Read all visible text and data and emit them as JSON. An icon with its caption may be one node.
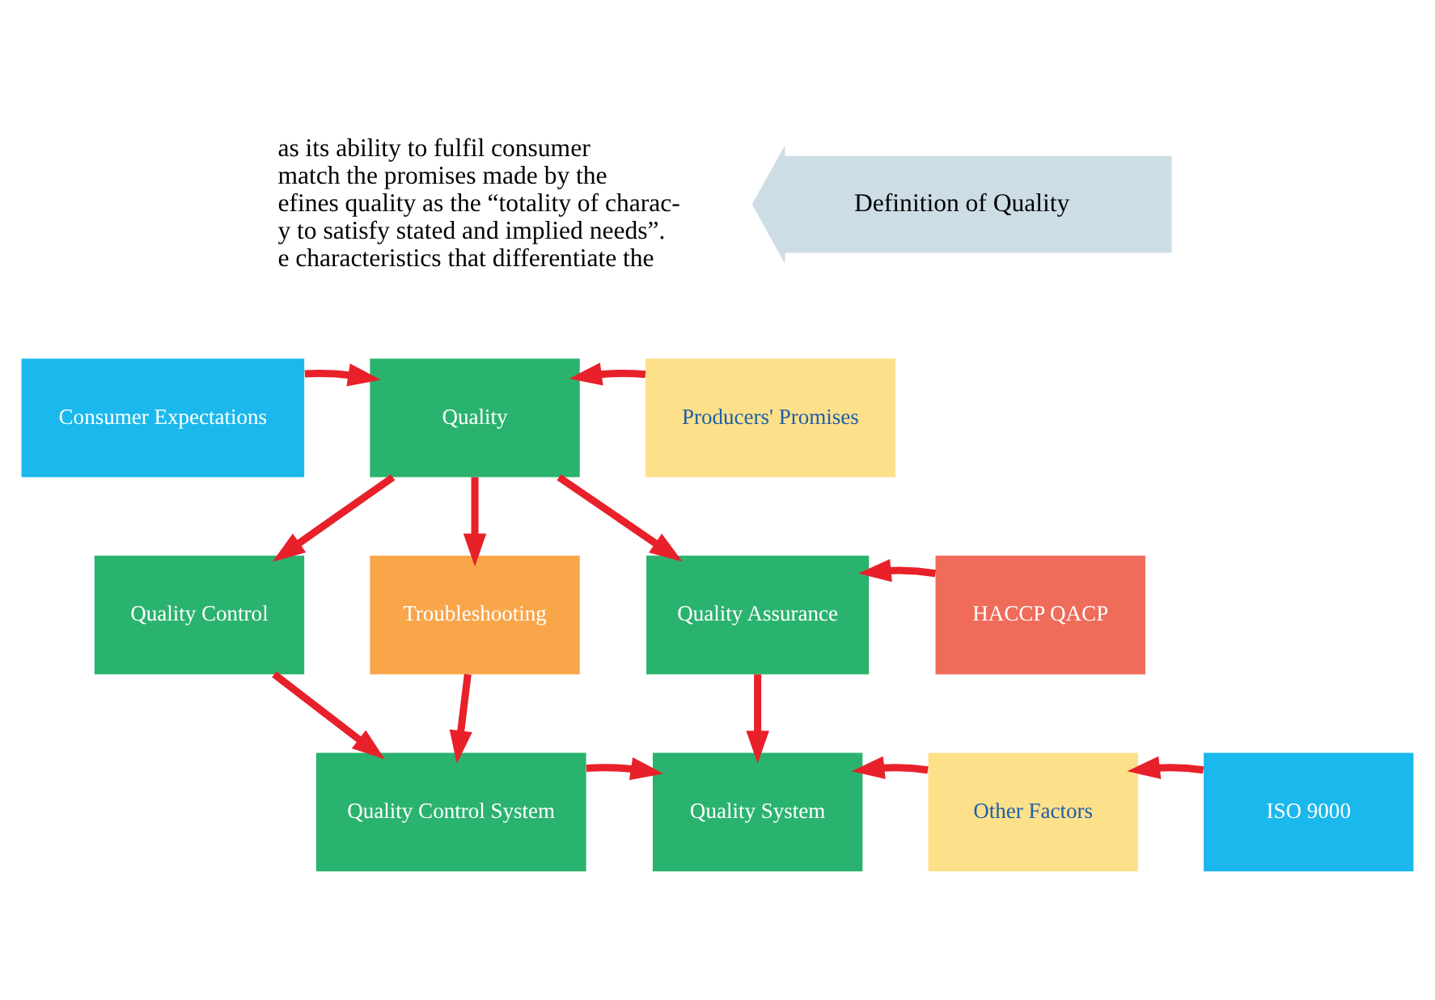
{
  "diagram": {
    "nodes": [
      {
        "text": [
          "Definition of Quality"
        ]
      },
      {
        "text": [
          "Consumer Expectations"
        ]
      },
      {
        "text": [
          "Quality"
        ]
      },
      {
        "text": [
          "Producers' Promises"
        ]
      },
      {
        "text": [
          "Quality Control"
        ]
      },
      {
        "text": [
          "Troubleshooting"
        ]
      },
      {
        "text": [
          "Quality Assurance"
        ]
      },
      {
        "text": [
          "HACCP QACP"
        ]
      },
      {
        "text": [
          "Quality Control System"
        ]
      },
      {
        "text": [
          "Quality System"
        ]
      },
      {
        "text": [
          "Other Factors"
        ]
      },
      {
        "text": [
          "ISO 9000"
        ]
      }
    ],
    "edges": [
      {
        "from": 1,
        "to": 2,
        "arrow": "to"
      },
      {
        "from": 3,
        "to": 2,
        "arrow": "to"
      },
      {
        "from": 2,
        "to": 4,
        "arrow": "to"
      },
      {
        "from": 2,
        "to": 5,
        "arrow": "to"
      },
      {
        "from": 2,
        "to": 6,
        "arrow": "to"
      },
      {
        "from": 7,
        "to": 6,
        "arrow": "to"
      },
      {
        "from": 4,
        "to": 8,
        "arrow": "to"
      },
      {
        "from": 5,
        "to": 8,
        "arrow": "to"
      },
      {
        "from": 6,
        "to": 9,
        "arrow": "to"
      },
      {
        "from": 8,
        "to": 9,
        "arrow": "to"
      },
      {
        "from": 10,
        "to": 9,
        "arrow": "to"
      },
      {
        "from": 11,
        "to": 10,
        "arrow": "to"
      }
    ],
    "labels": [
      "as its ability to fulfil consumer",
      "match the promises made by the",
      "efines quality as the “totality of charac-",
      "y to satisfy stated and implied needs”.",
      "e characteristics that differentiate the"
    ]
  }
}
